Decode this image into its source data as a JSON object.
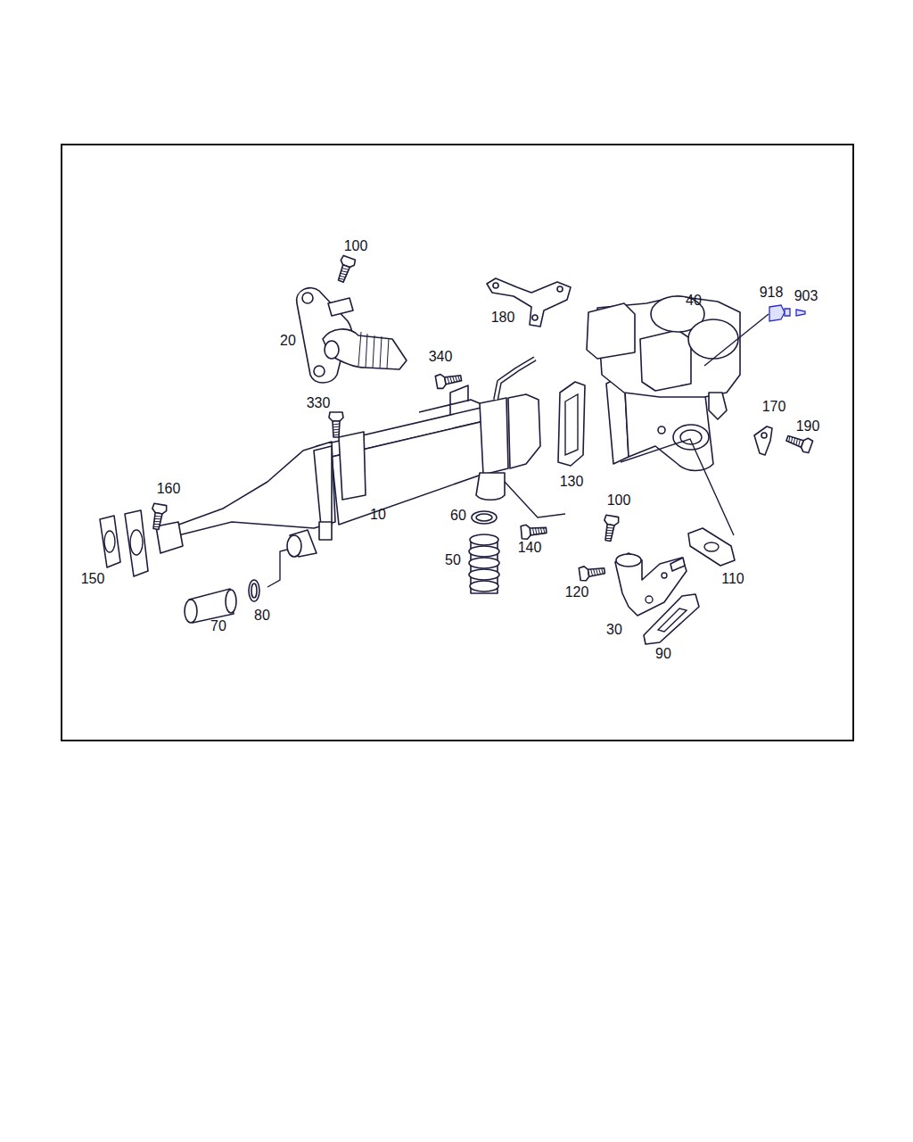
{
  "diagram": {
    "labels": [
      "100",
      "180",
      "40",
      "918",
      "903",
      "20",
      "340",
      "330",
      "170",
      "190",
      "160",
      "130",
      "10",
      "60",
      "100",
      "140",
      "50",
      "120",
      "110",
      "150",
      "30",
      "70",
      "80",
      "90"
    ]
  }
}
